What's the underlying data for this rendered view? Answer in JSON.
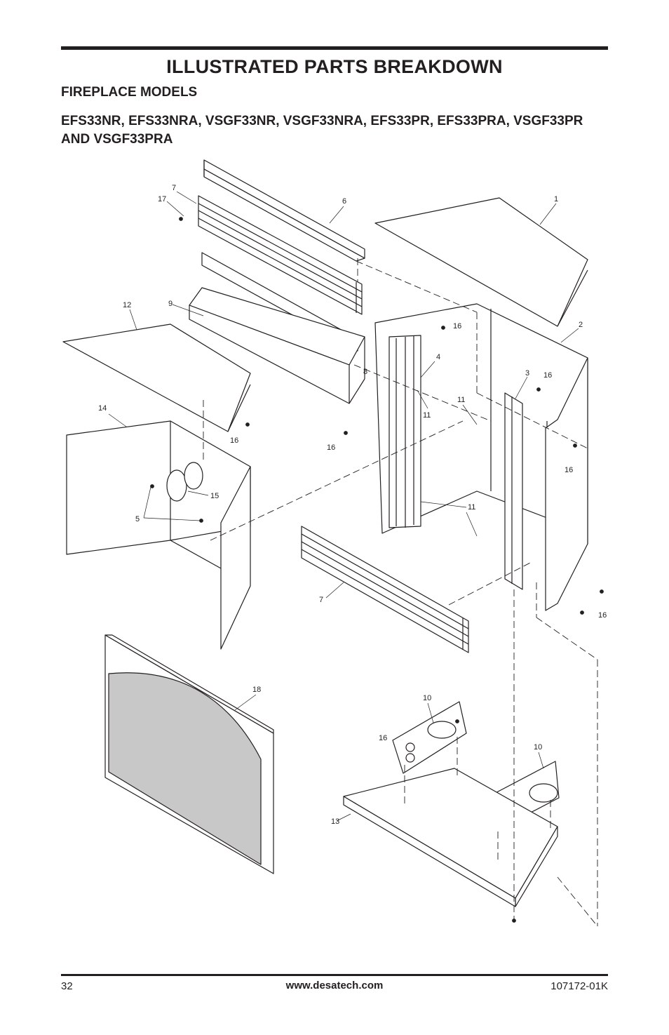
{
  "header": {
    "title": "ILLUSTRATED PARTS BREAKDOWN",
    "subtitle": "FIREPLACE MODELS",
    "models": "EFS33NR, EFS33NRA, VSGF33NR, VSGF33NRA, EFS33PR, EFS33PRA, VSGF33PR AND VSGF33PRA"
  },
  "diagram": {
    "callouts": {
      "c1": "1",
      "c2": "2",
      "c3": "3",
      "c4": "4",
      "c5": "5",
      "c6": "6",
      "c7a": "7",
      "c7b": "7",
      "c8": "8",
      "c9": "9",
      "c10a": "10",
      "c10b": "10",
      "c11a": "11",
      "c11b": "11",
      "c11c": "11",
      "c12": "12",
      "c13": "13",
      "c14": "14",
      "c15": "15",
      "c16a": "16",
      "c16b": "16",
      "c16c": "16",
      "c16d": "16",
      "c16e": "16",
      "c16f": "16",
      "c16g": "16",
      "c17": "17",
      "c18": "18"
    }
  },
  "footer": {
    "page_number": "32",
    "website": "www.desatech.com",
    "doc_number": "107172-01K"
  }
}
